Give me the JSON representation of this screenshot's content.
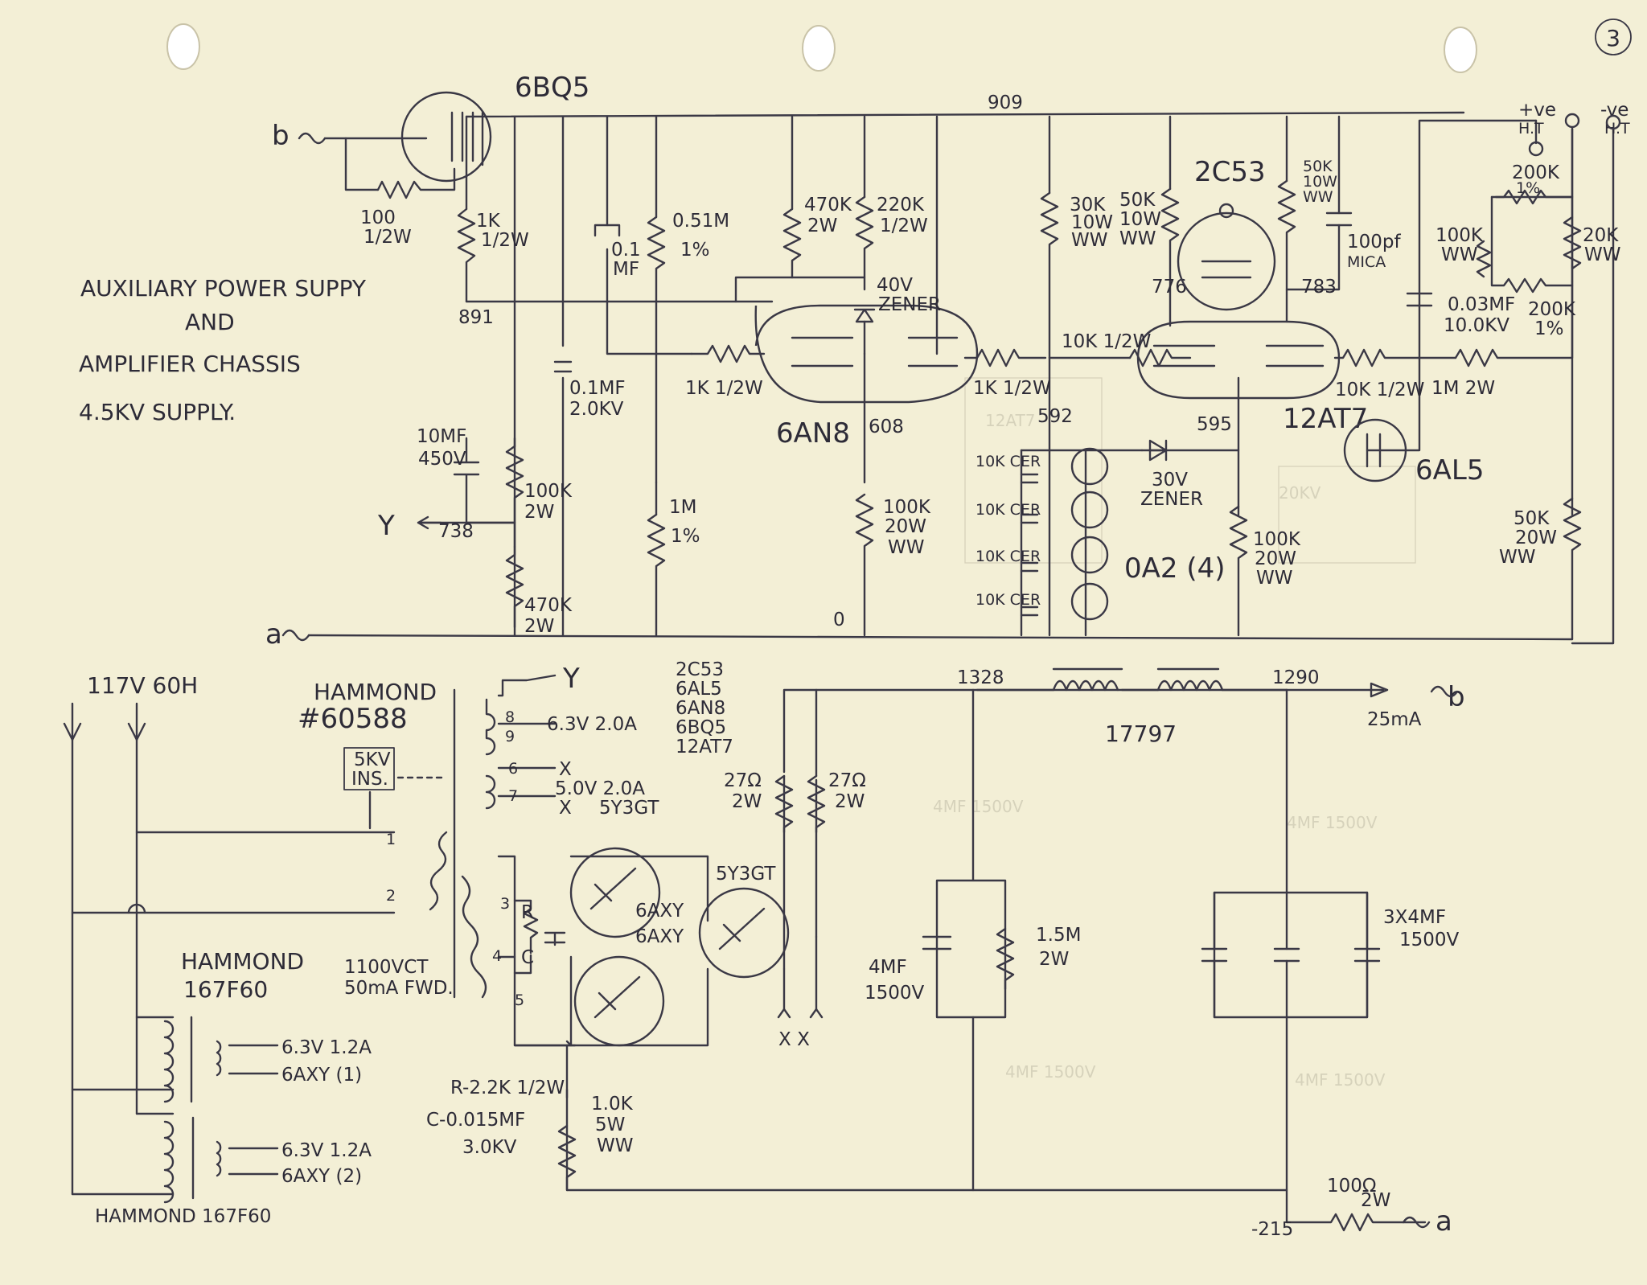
{
  "page_number": "3",
  "notes": {
    "line1": "AUXILIARY POWER SUPPY",
    "line2": "AND",
    "line3": "AMPLIFIER CHASSIS",
    "line4": "4.5KV SUPPLY."
  },
  "terminals": {
    "b": "b",
    "a": "a",
    "y": "Y",
    "x1": "X",
    "x2": "X",
    "sb": "b",
    "sa": "a",
    "xx": "X X"
  },
  "nodes": {
    "n909": "909",
    "n891": "891",
    "n738": "738",
    "n608": "608",
    "n0": "0",
    "n776": "776",
    "n783": "783",
    "n592": "592",
    "n595": "595",
    "n1328": "1328",
    "n1290": "1290",
    "nm215": "-215"
  },
  "ht": {
    "pos": "+ve\nH.T",
    "pos_l1": "+ve",
    "pos_l2": "H.T",
    "neg_l1": "-ve",
    "neg_l2": "H.T"
  },
  "tubes": {
    "t6bq5": "6BQ5",
    "t6an8": "6AN8",
    "t2c53": "2C53",
    "t12at7": "12AT7",
    "t6al5": "6AL5",
    "t0a2": "0A2 (4)",
    "t6axy_a": "6AXY",
    "t6axy_b": "6AXY",
    "t5y3gt": "5Y3GT"
  },
  "components": {
    "r100": [
      "100",
      "1/2W"
    ],
    "r1k_top": [
      "1K",
      "1/2W"
    ],
    "c01_top": [
      "0.1",
      "MF"
    ],
    "r051": [
      "0.51M",
      "1%"
    ],
    "r470k2w": [
      "470K",
      "2W"
    ],
    "r220k": [
      "220K",
      "1/2W"
    ],
    "z40v": [
      "40V",
      "ZENER"
    ],
    "r30k": [
      "30K",
      "10W",
      "WW"
    ],
    "r50k_a": [
      "50K",
      "10W",
      "WW"
    ],
    "r50k_b": [
      "50K",
      "10W",
      "WW"
    ],
    "c100pf": [
      "100pf",
      "MICA"
    ],
    "r200k_top": [
      "200K",
      "1%"
    ],
    "r100k_ww": [
      "100K",
      "WW"
    ],
    "r20k_ww": [
      "20K",
      "WW"
    ],
    "c003": [
      "0.03MF",
      "10.0KV"
    ],
    "r200k_b": [
      "200K",
      "1%"
    ],
    "c01_2kv": [
      "0.1MF",
      "2.0KV"
    ],
    "r1k_a": "1K 1/2W",
    "r1k_b": "1K 1/2W",
    "r10k_a": "10K 1/2W",
    "r10k_b": "10K 1/2W",
    "r1m2w": "1M 2W",
    "c10uf": [
      "10MF",
      "450V"
    ],
    "r100k2w": [
      "100K",
      "2W"
    ],
    "r470k_b": [
      "470K",
      "2W"
    ],
    "r1m": [
      "1M",
      "1%"
    ],
    "r100k20w": [
      "100K",
      "20W",
      "WW"
    ],
    "z30v": [
      "30V",
      "ZENER"
    ],
    "r100k20w_b": [
      "100K",
      "20W",
      "WW"
    ],
    "r50k20w": [
      "50K",
      "20W",
      "WW"
    ],
    "cer": [
      "10K CER",
      "10K CER",
      "10K CER",
      "10K CER"
    ]
  },
  "supply": {
    "mains": "117V 60H",
    "xfmr1_l1": "HAMMOND",
    "xfmr1_l2": "#60588",
    "heat1": "6.3V 2.0A",
    "heat1_tubes": [
      "2C53",
      "6AL5",
      "6AN8",
      "6BQ5",
      "12AT7"
    ],
    "heat2": [
      "5.0V 2.0A",
      "5Y3GT"
    ],
    "ins": [
      "5KV",
      "INS."
    ],
    "pin": [
      "8",
      "9",
      "6",
      "7",
      "1",
      "2",
      "3",
      "4",
      "5"
    ],
    "hv": [
      "1100VCT",
      "50mA FWD."
    ],
    "rc_r": "R",
    "rc_c": "C",
    "xfmr2": [
      "HAMMOND",
      "167F60"
    ],
    "fil1": [
      "6.3V 1.2A",
      "6AXY (1)"
    ],
    "fil2": [
      "6.3V 1.2A",
      "6AXY (2)"
    ],
    "xfmr3": "HAMMOND 167F60",
    "rc_notes": [
      "R-2.2K 1/2W",
      "C-0.015MF",
      "3.0KV"
    ],
    "r10k5w": [
      "1.0K",
      "5W",
      "WW"
    ],
    "r27a": [
      "27Ω",
      "2W"
    ],
    "r27b": [
      "27Ω",
      "2W"
    ],
    "choke": "17797",
    "current": "25mA",
    "c4uf": [
      "4MF",
      "1500V"
    ],
    "r15m": [
      "1.5M",
      "2W"
    ],
    "c3x4": [
      "3X4MF",
      "1500V"
    ],
    "r100_2w": [
      "100Ω",
      "2W"
    ]
  }
}
